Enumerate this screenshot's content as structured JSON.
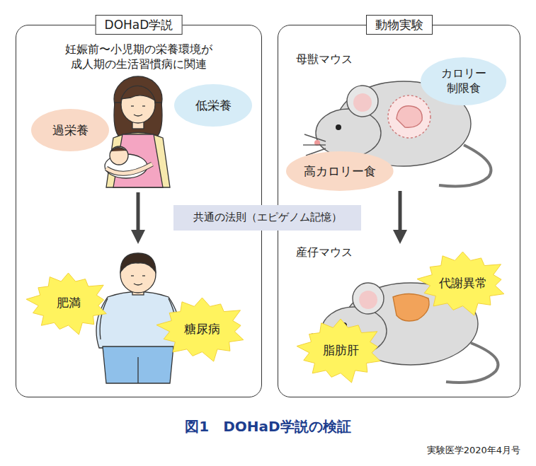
{
  "diagram": {
    "caption": "図1　DOHaD学説の検証",
    "nodes": [
      {
        "text": [
          "DOHaD学説",
          "妊娠前〜小児期の栄養環境が 成人期の生活習慣病に関連"
        ]
      },
      {
        "text": [
          "過栄養"
        ],
        "in": 0
      },
      {
        "text": [
          "低栄養"
        ],
        "in": 0
      },
      {
        "text": [
          "肥満"
        ],
        "in": 0
      },
      {
        "text": [
          "糖尿病"
        ],
        "in": 0
      },
      {
        "text": [
          "動物実験"
        ]
      },
      {
        "text": [
          "カロリー 制限食"
        ],
        "in": 5
      },
      {
        "text": [
          "高カロリー食"
        ],
        "in": 5
      },
      {
        "text": [
          "代謝異常"
        ],
        "in": 5
      },
      {
        "text": [
          "脂肪肝"
        ],
        "in": 5
      },
      {
        "text": [
          "共通の法則（エピゲノム記憶）"
        ]
      }
    ],
    "labels": [
      "母獣マウス",
      "産仔マウス",
      "実験医学2020年4月号"
    ]
  }
}
